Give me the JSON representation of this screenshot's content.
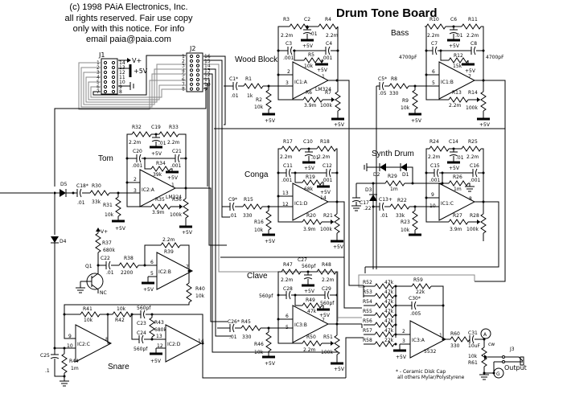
{
  "title": "Drum Tone Board",
  "copyright": [
    "(c) 1998 PAiA Electronics, Inc.",
    "all rights reserved. Fair use copy",
    "only with this notice. For info",
    "email paia@paia.com"
  ],
  "connectors": {
    "j1": {
      "label": "J1",
      "left_pins": [
        "1",
        "2",
        "3",
        "4",
        "5",
        "6",
        "7"
      ],
      "right_pins": [
        "14",
        "13",
        "12",
        "11",
        "10",
        "9",
        "8"
      ],
      "v_plus": "V+",
      "plus5": "+5V"
    },
    "j2": {
      "label": "J2",
      "left_pins": [
        "1",
        "2",
        "3",
        "4",
        "5",
        "6",
        "7",
        "8"
      ],
      "right_pins": [
        "16",
        "15",
        "14",
        "13",
        "12",
        "11",
        "10",
        "9"
      ]
    },
    "j3": {
      "label": "J3"
    }
  },
  "sections": {
    "wood_block": {
      "name": "Wood Block",
      "opamp": "IC1:A",
      "opamp_part": "LM324",
      "pins": {
        "inv": "2",
        "noninv": "3",
        "out": "1"
      },
      "parts": {
        "C1": {
          "ref": "C1*",
          "value": ".01"
        },
        "R1": {
          "ref": "R1",
          "value": "1k"
        },
        "R2": {
          "ref": "R2",
          "value": "10k"
        },
        "R3": {
          "ref": "R3",
          "value": "2.2m"
        },
        "C2": {
          "ref": "C2",
          "value": ".01"
        },
        "R4": {
          "ref": "R4",
          "value": "2.2m"
        },
        "C3": {
          "ref": "C3",
          "value": ".001"
        },
        "C4": {
          "ref": "C4",
          "value": ".001"
        },
        "R5": {
          "ref": "R5",
          "value": "10k"
        },
        "R6": {
          "ref": "R6",
          "value": "3.9m"
        },
        "R7": {
          "ref": "R7",
          "value": "100k"
        }
      }
    },
    "bass": {
      "name": "Bass",
      "opamp": "IC1:B",
      "pins": {
        "inv": "6",
        "noninv": "5",
        "out": "7"
      },
      "parts": {
        "C5": {
          "ref": "C5*",
          "value": ".05"
        },
        "R8": {
          "ref": "R8",
          "value": "330"
        },
        "R9": {
          "ref": "R9",
          "value": "10k"
        },
        "R10": {
          "ref": "R10",
          "value": "2.2m"
        },
        "C6": {
          "ref": "C6",
          "value": ".01"
        },
        "R11": {
          "ref": "R11",
          "value": "2.2m"
        },
        "C7": {
          "ref": "C7",
          "value": "4700pF"
        },
        "C8": {
          "ref": "C8",
          "value": "4700pF"
        },
        "R12": {
          "ref": "R12",
          "value": "15k"
        },
        "R13": {
          "ref": "R13",
          "value": "2.2m"
        },
        "R14": {
          "ref": "R14",
          "value": "100k"
        }
      }
    },
    "tom": {
      "name": "Tom",
      "opamp": "IC2:A",
      "opamp_part": "LM324",
      "pins": {
        "inv": "2",
        "noninv": "3",
        "out": "1"
      },
      "parts": {
        "D5": {
          "ref": "D5"
        },
        "C18": {
          "ref": "C18*",
          "value": ".01"
        },
        "R30": {
          "ref": "R30",
          "value": "33k"
        },
        "R31": {
          "ref": "R31",
          "value": "10k"
        },
        "R32": {
          "ref": "R32",
          "value": "2.2m"
        },
        "C19": {
          "ref": "C19",
          "value": ".01"
        },
        "R33": {
          "ref": "R33",
          "value": "2.2m"
        },
        "C20": {
          "ref": "C20",
          "value": ".001"
        },
        "C21": {
          "ref": "C21",
          "value": ".001"
        },
        "R34": {
          "ref": "R34",
          "value": "39k"
        },
        "R35": {
          "ref": "R35",
          "value": "3.9m"
        },
        "R36": {
          "ref": "R36",
          "value": "100k"
        }
      }
    },
    "conga": {
      "name": "Conga",
      "opamp": "IC1:D",
      "pins": {
        "inv": "13",
        "noninv": "12",
        "out": "14"
      },
      "parts": {
        "C9": {
          "ref": "C9*",
          "value": ".01"
        },
        "R15": {
          "ref": "R15",
          "value": "330"
        },
        "R16": {
          "ref": "R16",
          "value": "10k"
        },
        "R17": {
          "ref": "R17",
          "value": "2.2m"
        },
        "C10": {
          "ref": "C10",
          "value": ".01"
        },
        "R18": {
          "ref": "R18",
          "value": "2.2m"
        },
        "C11": {
          "ref": "C11",
          "value": ".001"
        },
        "C12": {
          "ref": "C12",
          "value": ".001"
        },
        "R19": {
          "ref": "R19",
          "value": "68k"
        },
        "R20": {
          "ref": "R20",
          "value": "3.9m"
        },
        "R21": {
          "ref": "R21",
          "value": "100k"
        }
      }
    },
    "synth_drum": {
      "name": "Synth Drum",
      "opamp": "IC1:C",
      "pins": {
        "inv": "9",
        "noninv": "10",
        "out": "8"
      },
      "parts": {
        "D1": {
          "ref": "D1"
        },
        "D2": {
          "ref": "D2"
        },
        "D3": {
          "ref": "D3"
        },
        "R29": {
          "ref": "R29",
          "value": "1m"
        },
        "C17": {
          "ref": "C17",
          "value": ".22"
        },
        "C13": {
          "ref": "C13+",
          "value": ".01"
        },
        "R22": {
          "ref": "R22",
          "value": "33k"
        },
        "R23": {
          "ref": "R23",
          "value": "10k"
        },
        "R24": {
          "ref": "R24",
          "value": "2.2m"
        },
        "C14": {
          "ref": "C14",
          "value": ".01"
        },
        "R25": {
          "ref": "R25",
          "value": "2.2m"
        },
        "C15": {
          "ref": "C15",
          "value": ".001"
        },
        "C16": {
          "ref": "C16",
          "value": ".001"
        },
        "R26": {
          "ref": "R26",
          "value": "1m"
        },
        "R27": {
          "ref": "R27",
          "value": "3.9m"
        },
        "R28": {
          "ref": "R28",
          "value": "100k"
        }
      }
    },
    "snare": {
      "name": "Snare",
      "opamp_c": "IC2:C",
      "opamp_b": "IC2:B",
      "opamp_d": "IC2:D",
      "pins": {
        "b_inv": "6",
        "b_noninv": "5",
        "b_out": "7",
        "c_inv": "9",
        "c_noninv": "10",
        "c_out": "8",
        "d_inv": "13",
        "d_noninv": "12",
        "d_out": "14"
      },
      "parts": {
        "Q1": {
          "ref": "Q1",
          "nc": "NC"
        },
        "R37": {
          "ref": "R37",
          "value": "680k"
        },
        "C22": {
          "ref": "C22",
          "value": ".01"
        },
        "R38": {
          "ref": "R38",
          "value": "2200"
        },
        "R39": {
          "ref": "R39",
          "value": "2.2m"
        },
        "R40": {
          "ref": "R40",
          "value": "10k"
        },
        "R41": {
          "ref": "R41",
          "value": "10k"
        },
        "R42": {
          "ref": "R42",
          "value": "10k"
        },
        "C23": {
          "ref": "C23",
          "value": "560pf"
        },
        "C24": {
          "ref": "C24",
          "value": "560pf"
        },
        "R43": {
          "ref": "R43",
          "value": "680k"
        },
        "C25": {
          "ref": "C25",
          "value": ".1"
        },
        "R44": {
          "ref": "R44",
          "value": "1m"
        },
        "D4": {
          "ref": "D4"
        }
      }
    },
    "clave": {
      "name": "Clave",
      "opamp": "IC3:B",
      "pins": {
        "inv": "6",
        "noninv": "5",
        "out": "7"
      },
      "parts": {
        "C26": {
          "ref": "C26*",
          "value": ".01"
        },
        "R45": {
          "ref": "R45",
          "value": "330"
        },
        "R46": {
          "ref": "R46",
          "value": "10k"
        },
        "R47": {
          "ref": "R47",
          "value": "2.2m"
        },
        "C27": {
          "ref": "C27",
          "value": "560pf"
        },
        "R48": {
          "ref": "R48",
          "value": "2.2m"
        },
        "C28": {
          "ref": "C28",
          "value": "560pf"
        },
        "C29": {
          "ref": "C29",
          "value": "560pf"
        },
        "R49": {
          "ref": "R49",
          "value": "47k"
        },
        "R50": {
          "ref": "R50",
          "value": "2.2m"
        },
        "R51": {
          "ref": "R51",
          "value": "100k"
        }
      }
    },
    "mixer": {
      "opamp": "IC3:A",
      "opamp_part": "5532",
      "pins": {
        "inv": "2",
        "noninv": "3",
        "out": "1"
      },
      "inputs": [
        {
          "ref": "R52",
          "value": "47k"
        },
        {
          "ref": "R53",
          "value": "47k"
        },
        {
          "ref": "R54",
          "value": "47k"
        },
        {
          "ref": "R55",
          "value": "47k"
        },
        {
          "ref": "R56",
          "value": "47k"
        },
        {
          "ref": "R57",
          "value": "47k"
        },
        {
          "ref": "R58",
          "value": "22k"
        }
      ],
      "parts": {
        "R59": {
          "ref": "R59",
          "value": "22k"
        },
        "C30": {
          "ref": "C30*",
          "value": ".005"
        },
        "R60": {
          "ref": "R60",
          "value": "330"
        },
        "C31": {
          "ref": "C31",
          "value": "10uF"
        },
        "R61": {
          "ref": "R61",
          "value": "10k"
        },
        "cw": "cw",
        "point_a": "A",
        "point_g": "G",
        "output": "Output"
      }
    }
  },
  "rails": {
    "plus5": "+5V",
    "v_plus": "V+"
  },
  "notes": [
    "* - Ceramic Disk Cap",
    "all others Mylar/Polystyrene"
  ]
}
